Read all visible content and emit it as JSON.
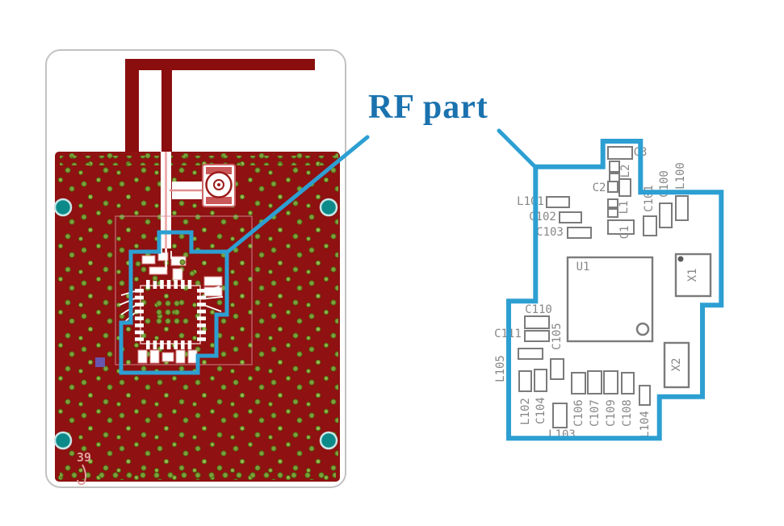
{
  "callout": {
    "label": "RF part"
  },
  "pcb": {
    "mark": "39"
  },
  "schematic": {
    "components": [
      {
        "ref": "C3"
      },
      {
        "ref": "L2"
      },
      {
        "ref": "C2"
      },
      {
        "ref": "L1"
      },
      {
        "ref": "C1"
      },
      {
        "ref": "C101"
      },
      {
        "ref": "C100"
      },
      {
        "ref": "L100"
      },
      {
        "ref": "L101"
      },
      {
        "ref": "C102"
      },
      {
        "ref": "C103"
      },
      {
        "ref": "U1"
      },
      {
        "ref": "X1"
      },
      {
        "ref": "X2"
      },
      {
        "ref": "C110"
      },
      {
        "ref": "C111"
      },
      {
        "ref": "C105"
      },
      {
        "ref": "L105"
      },
      {
        "ref": "L102"
      },
      {
        "ref": "C104"
      },
      {
        "ref": "L103"
      },
      {
        "ref": "C106"
      },
      {
        "ref": "C107"
      },
      {
        "ref": "C109"
      },
      {
        "ref": "C108"
      },
      {
        "ref": "L104"
      }
    ]
  },
  "colors": {
    "callout_blue": "#2d9fd2",
    "label_blue": "#1a72ae",
    "board_red": "#8f1111",
    "antenna_red": "#8a0e0e",
    "via_green": "#7da03c",
    "mounting_hole_teal": "#0c8a8a",
    "silkscreen_text_gray": "#878787",
    "component_outline_gray": "#7b7b7b",
    "pcb_silkscreen_pink": "#d98f9f"
  }
}
